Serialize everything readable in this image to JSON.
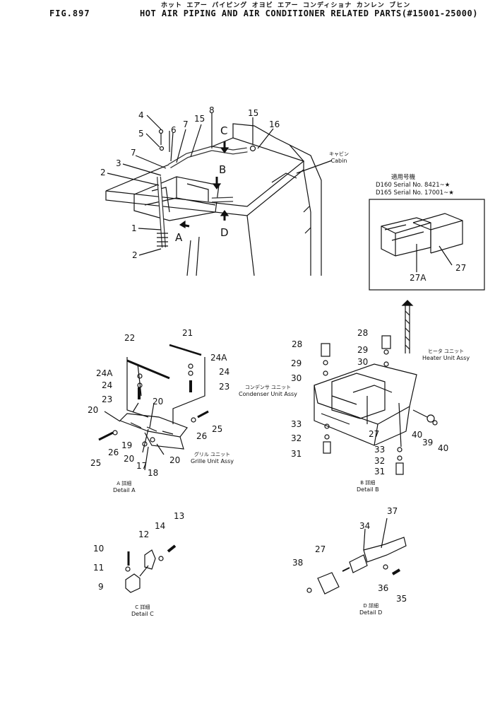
{
  "header": {
    "fig": "FIG.897",
    "kana": "ホット エアー パイピング オヨビ エアー コンディショナ カンレン ブヒン",
    "title": "HOT AIR PIPING AND AIR CONDITIONER RELATED PARTS(#15001-25000)"
  },
  "callouts": {
    "cabin": {
      "jp": "キャビン",
      "en": "Cabin"
    },
    "serial_heading": "適用号機",
    "serial_1": "D160  Serial No. 8421~★",
    "serial_2": "D165  Serial No. 17001~★",
    "heater": {
      "jp": "ヒータ ユニット",
      "en": "Heater Unit Assy"
    },
    "condenser": {
      "jp": "コンデンサ ユニット",
      "en": "Condenser Unit Assy"
    },
    "grille": {
      "jp": "グリル ユニット",
      "en": "Grille Unit Assy"
    },
    "detail_a": {
      "jp": "A 詳細",
      "en": "Detail A"
    },
    "detail_b": {
      "jp": "B 詳細",
      "en": "Detail B"
    },
    "detail_c": {
      "jp": "C 詳細",
      "en": "Detail C"
    },
    "detail_d": {
      "jp": "D 詳細",
      "en": "Detail D"
    }
  },
  "view_letters": [
    "A",
    "B",
    "C",
    "D"
  ],
  "part_numbers": {
    "main": [
      "4",
      "5",
      "6",
      "7",
      "8",
      "15",
      "16",
      "7",
      "15",
      "3",
      "2",
      "1",
      "2"
    ],
    "inset": [
      "27A",
      "27"
    ],
    "detail_a": [
      "22",
      "21",
      "24A",
      "24A",
      "24",
      "24",
      "23",
      "23",
      "20",
      "20",
      "20",
      "20",
      "26",
      "25",
      "25",
      "26",
      "19",
      "17",
      "18"
    ],
    "detail_b": [
      "28",
      "28",
      "29",
      "29",
      "30",
      "30",
      "33",
      "32",
      "31",
      "27",
      "40",
      "39",
      "40",
      "33",
      "32",
      "31"
    ],
    "detail_c": [
      "13",
      "12",
      "14",
      "10",
      "11",
      "9"
    ],
    "detail_d": [
      "37",
      "34",
      "27",
      "38",
      "36",
      "35"
    ]
  }
}
